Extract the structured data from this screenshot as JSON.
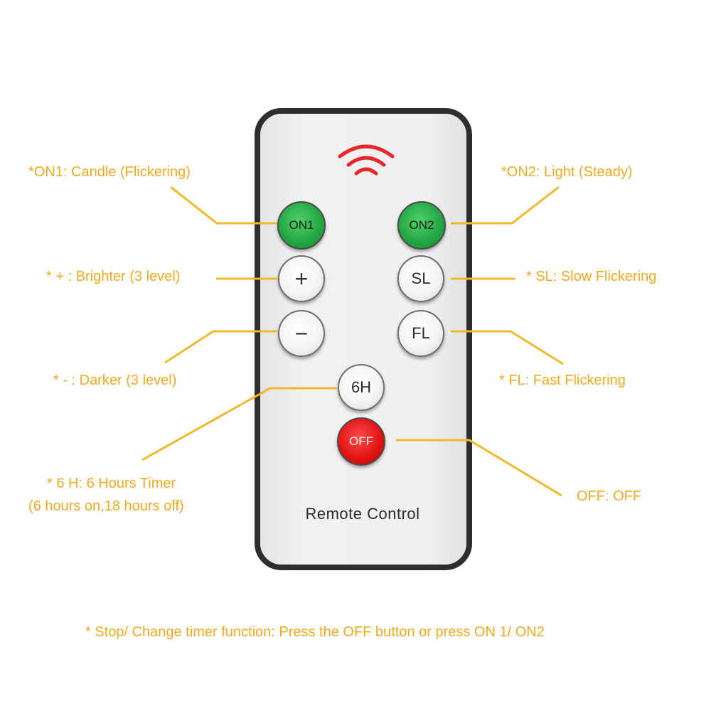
{
  "remote": {
    "label": "Remote Control",
    "buttons": {
      "on1": "ON1",
      "on2": "ON2",
      "plus": "+",
      "sl": "SL",
      "minus": "−",
      "fl": "FL",
      "timer": "6H",
      "off": "OFF"
    }
  },
  "callouts": {
    "on1": "*ON1: Candle (Flickering)",
    "on2": "*ON2: Light (Steady)",
    "plus": "* + : Brighter (3 level)",
    "sl": "* SL: Slow Flickering",
    "minus": "* - : Darker (3 level)",
    "fl": "* FL: Fast Flickering",
    "timer_line1": "* 6 H: 6 Hours Timer",
    "timer_line2": "(6 hours on,18 hours off)",
    "off": "OFF: OFF"
  },
  "footer_note": "* Stop/ Change timer function: Press the OFF button or press ON 1/ ON2",
  "colors": {
    "annotation": "#f3a91c",
    "on_buttons": "#22a541",
    "off_button": "#e01212",
    "signal_icon": "#e8262a",
    "remote_body": "#ececec",
    "remote_border": "#2e2e2e"
  },
  "icons": {
    "signal": "wireless-signal-icon"
  }
}
